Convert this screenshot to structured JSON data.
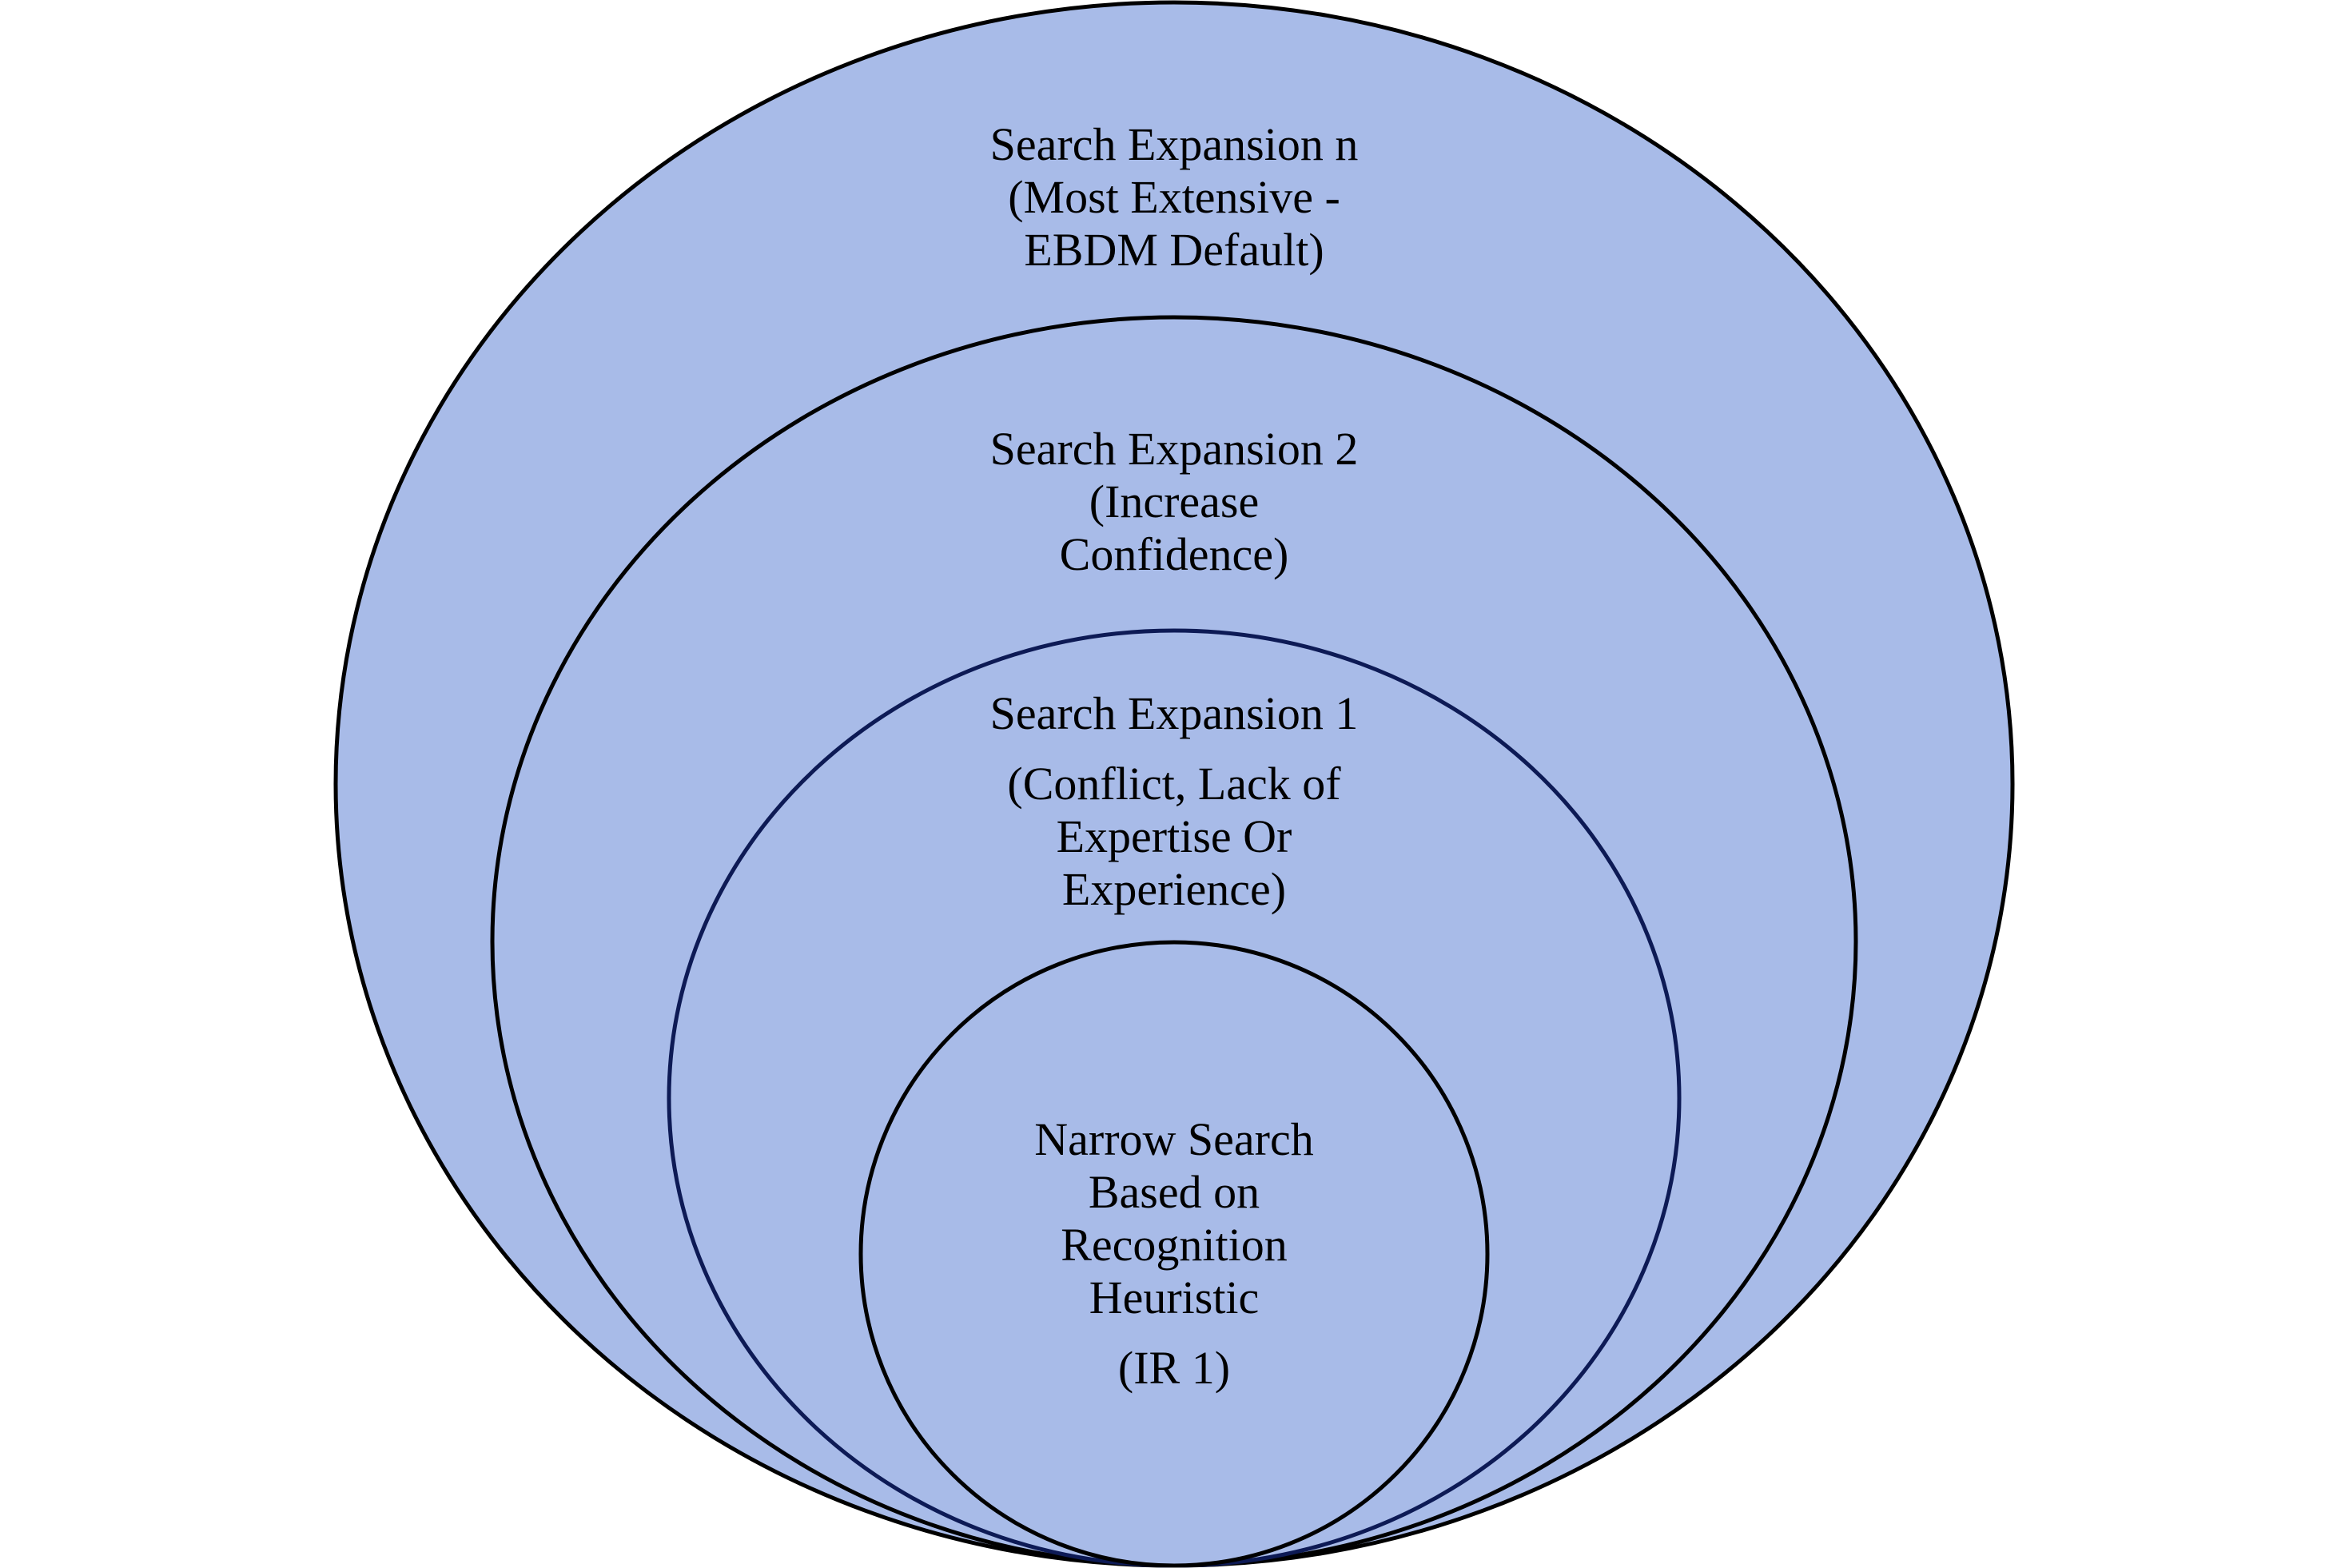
{
  "colors": {
    "ring_fill": "#a8bbe8",
    "ring_outline": "#000000",
    "ring_outline_accent": "#0d1a55",
    "text": "#000000"
  },
  "rings": {
    "outer": {
      "name": "Search Expansion n",
      "note": [
        "(Most Extensive -",
        "EBDM Default)"
      ]
    },
    "second": {
      "name": "Search Expansion 2",
      "note": [
        "(Increase",
        "Confidence)"
      ]
    },
    "first": {
      "name": "Search Expansion 1",
      "note": [
        "(Conflict, Lack of",
        "Expertise Or",
        "Experience)"
      ]
    },
    "core": {
      "name": [
        "Narrow Search",
        "Based on",
        "Recognition",
        "Heuristic"
      ],
      "note": "(IR 1)"
    }
  }
}
